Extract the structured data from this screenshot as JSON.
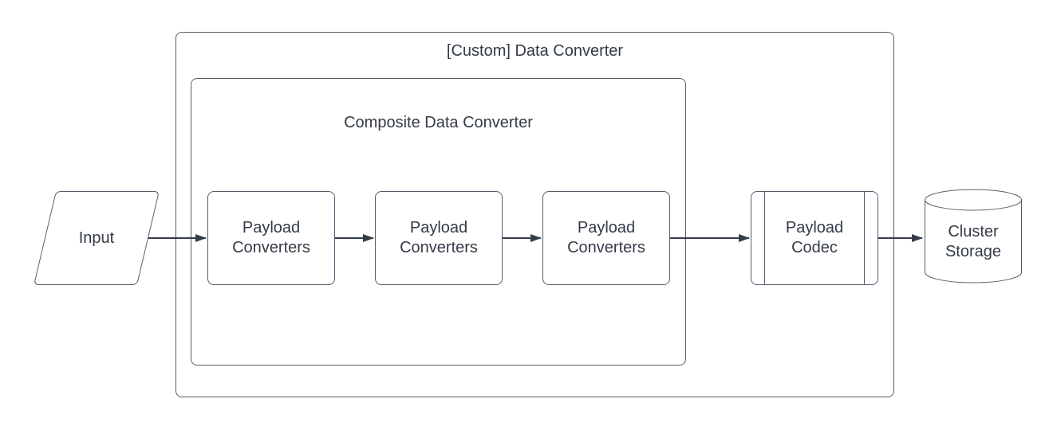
{
  "colors": {
    "background": "#ffffff",
    "border_color": "#545d6b",
    "arrow_color": "#353d4a",
    "text_color": "#343b47"
  },
  "groups": {
    "outer": {
      "label": "[Custom] Data Converter"
    },
    "inner": {
      "label": "Composite Data Converter"
    }
  },
  "nodes": {
    "input": {
      "label": "Input",
      "shape": "parallelogram"
    },
    "payload_converters_1": {
      "label": "Payload Converters",
      "shape": "process"
    },
    "payload_converters_2": {
      "label": "Payload Converters",
      "shape": "process"
    },
    "payload_converters_3": {
      "label": "Payload Converters",
      "shape": "process"
    },
    "payload_codec": {
      "label": "Payload Codec",
      "shape": "predefined-process"
    },
    "cluster_storage": {
      "label": "Cluster Storage",
      "shape": "cylinder"
    }
  },
  "edges": [
    {
      "from": "input",
      "to": "payload_converters_1"
    },
    {
      "from": "payload_converters_1",
      "to": "payload_converters_2"
    },
    {
      "from": "payload_converters_2",
      "to": "payload_converters_3"
    },
    {
      "from": "payload_converters_3",
      "to": "payload_codec"
    },
    {
      "from": "payload_codec",
      "to": "cluster_storage"
    }
  ]
}
